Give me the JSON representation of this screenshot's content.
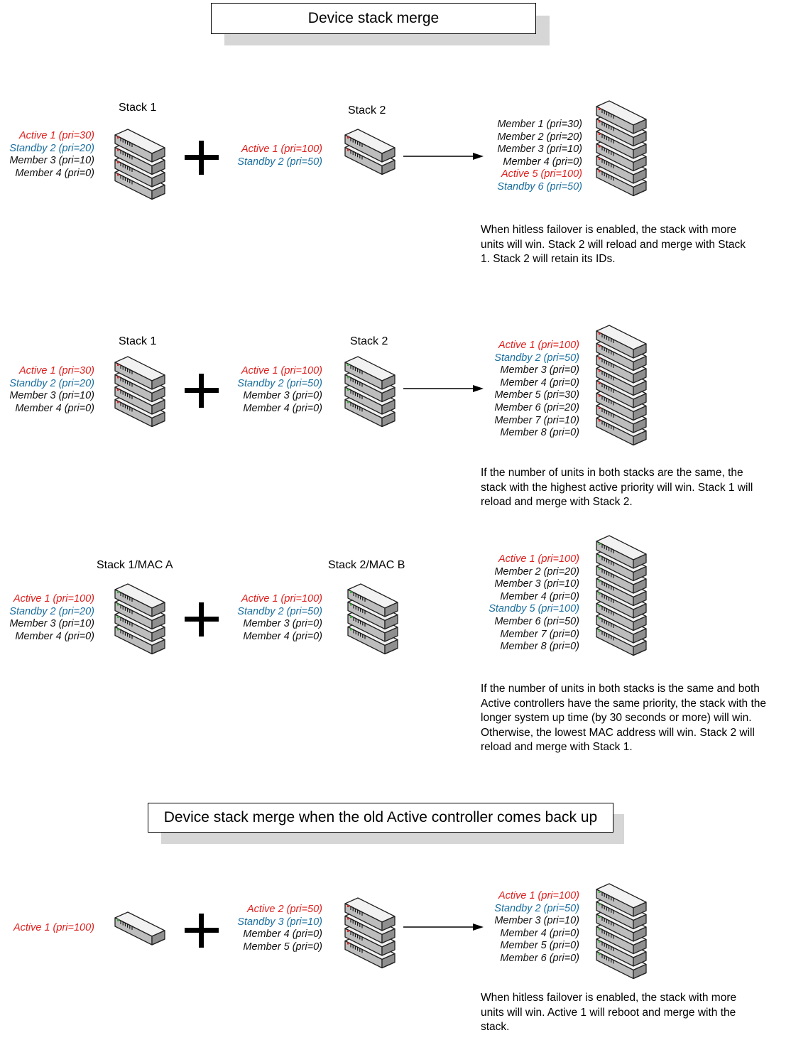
{
  "titles": {
    "main": "Device stack merge",
    "second": "Device stack merge when the old Active controller comes back up"
  },
  "scenarios": [
    {
      "left_label": "Stack 1",
      "right_label": "Stack 2",
      "left_members": [
        {
          "text": "Active 1 (pri=30)",
          "role": "active"
        },
        {
          "text": "Standby 2 (pri=20)",
          "role": "standby"
        },
        {
          "text": "Member 3 (pri=10)",
          "role": "member"
        },
        {
          "text": "Member 4 (pri=0)",
          "role": "member"
        }
      ],
      "right_members": [
        {
          "text": "Active 1 (pri=100)",
          "role": "active"
        },
        {
          "text": "Standby 2 (pri=50)",
          "role": "standby"
        }
      ],
      "result_members": [
        {
          "text": "Member 1 (pri=30)",
          "role": "member"
        },
        {
          "text": "Member 2 (pri=20)",
          "role": "member"
        },
        {
          "text": "Member 3 (pri=10)",
          "role": "member"
        },
        {
          "text": "Member 4 (pri=0)",
          "role": "member"
        },
        {
          "text": "Active 5 (pri=100)",
          "role": "active"
        },
        {
          "text": "Standby 6 (pri=50)",
          "role": "standby"
        }
      ],
      "note": "When hitless failover is enabled, the stack with more units will win. Stack 2 will reload and merge with Stack 1.  Stack 2 will retain its IDs."
    },
    {
      "left_label": "Stack 1",
      "right_label": "Stack 2",
      "left_members": [
        {
          "text": "Active 1 (pri=30)",
          "role": "active"
        },
        {
          "text": "Standby 2 (pri=20)",
          "role": "standby"
        },
        {
          "text": "Member 3 (pri=10)",
          "role": "member"
        },
        {
          "text": "Member 4 (pri=0)",
          "role": "member"
        }
      ],
      "right_members": [
        {
          "text": "Active 1 (pri=100)",
          "role": "active"
        },
        {
          "text": "Standby 2 (pri=50)",
          "role": "standby"
        },
        {
          "text": "Member 3 (pri=0)",
          "role": "member"
        },
        {
          "text": "Member 4 (pri=0)",
          "role": "member"
        }
      ],
      "result_members": [
        {
          "text": "Active 1 (pri=100)",
          "role": "active"
        },
        {
          "text": "Standby 2 (pri=50)",
          "role": "standby"
        },
        {
          "text": "Member 3 (pri=0)",
          "role": "member"
        },
        {
          "text": "Member 4 (pri=0)",
          "role": "member"
        },
        {
          "text": "Member 5 (pri=30)",
          "role": "member"
        },
        {
          "text": "Member 6 (pri=20)",
          "role": "member"
        },
        {
          "text": "Member 7 (pri=10)",
          "role": "member"
        },
        {
          "text": "Member 8 (pri=0)",
          "role": "member"
        }
      ],
      "note": "If the number of units in both stacks are the same, the stack with the highest active priority will win. Stack 1 will reload and merge with Stack 2."
    },
    {
      "left_label": "Stack 1/MAC A",
      "right_label": "Stack 2/MAC B",
      "left_members": [
        {
          "text": "Active 1 (pri=100)",
          "role": "active"
        },
        {
          "text": "Standby 2 (pri=20)",
          "role": "standby"
        },
        {
          "text": "Member 3 (pri=10)",
          "role": "member"
        },
        {
          "text": "Member 4 (pri=0)",
          "role": "member"
        }
      ],
      "right_members": [
        {
          "text": "Active 1 (pri=100)",
          "role": "active"
        },
        {
          "text": "Standby 2 (pri=50)",
          "role": "standby"
        },
        {
          "text": "Member 3 (pri=0)",
          "role": "member"
        },
        {
          "text": "Member 4 (pri=0)",
          "role": "member"
        }
      ],
      "result_members": [
        {
          "text": "Active 1 (pri=100)",
          "role": "active"
        },
        {
          "text": "Member 2 (pri=20)",
          "role": "member"
        },
        {
          "text": "Member 3 (pri=10)",
          "role": "member"
        },
        {
          "text": "Member 4 (pri=0)",
          "role": "member"
        },
        {
          "text": "Standby 5 (pri=100)",
          "role": "standby"
        },
        {
          "text": "Member 6 (pri=50)",
          "role": "member"
        },
        {
          "text": "Member 7 (pri=0)",
          "role": "member"
        },
        {
          "text": "Member 8 (pri=0)",
          "role": "member"
        }
      ],
      "note": "If the number of units in both stacks is the same and both Active controllers have the same priority, the stack with the longer system up time (by 30 seconds or more) will win.  Otherwise, the lowest MAC address will win.  Stack 2 will reload and merge with Stack 1."
    },
    {
      "left_members": [
        {
          "text": "Active 1 (pri=100)",
          "role": "active"
        }
      ],
      "right_members": [
        {
          "text": "Active 2 (pri=50)",
          "role": "active"
        },
        {
          "text": "Standby 3 (pri=10)",
          "role": "standby"
        },
        {
          "text": "Member 4 (pri=0)",
          "role": "member"
        },
        {
          "text": "Member 5 (pri=0)",
          "role": "member"
        }
      ],
      "result_members": [
        {
          "text": "Active 1 (pri=100)",
          "role": "active"
        },
        {
          "text": "Standby 2 (pri=50)",
          "role": "standby"
        },
        {
          "text": "Member 3 (pri=10)",
          "role": "member"
        },
        {
          "text": "Member 4 (pri=0)",
          "role": "member"
        },
        {
          "text": "Member 5 (pri=0)",
          "role": "member"
        },
        {
          "text": "Member 6 (pri=0)",
          "role": "member"
        }
      ],
      "note": "When hitless failover is enabled, the stack with more units will win.  Active 1 will reboot and merge with the stack."
    }
  ],
  "colors": {
    "active": "#e0201e",
    "standby": "#1a6e9e",
    "member": "#111111",
    "title_shadow": "#d6d6d6"
  },
  "icons": {
    "stack_unit": "network-switch-icon",
    "plus": "plus-icon",
    "arrow": "arrow-right-icon"
  }
}
